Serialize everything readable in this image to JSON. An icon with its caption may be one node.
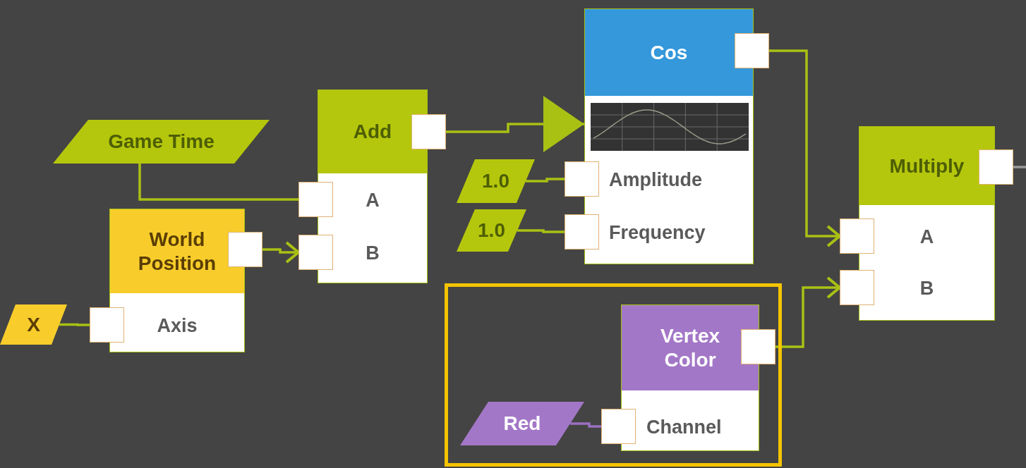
{
  "diagram": {
    "nodes": [
      {
        "text": [
          "Game Time"
        ]
      },
      {
        "text": [
          "Add",
          "A",
          "B"
        ]
      },
      {
        "text": [],
        "shape": "box"
      },
      {
        "text": [],
        "shape": "box"
      },
      {
        "text": [],
        "shape": "box"
      },
      {
        "text": [
          "World Position",
          "Axis"
        ]
      },
      {
        "text": [],
        "shape": "box"
      },
      {
        "text": [],
        "shape": "box"
      },
      {
        "text": [
          "X"
        ]
      },
      {
        "text": [
          "Cos",
          "Amplitude",
          "Frequency"
        ]
      },
      {
        "text": [],
        "shape": "box"
      },
      {
        "text": [],
        "shape": "box"
      },
      {
        "text": [],
        "shape": "box"
      },
      {
        "text": [
          "1.0"
        ]
      },
      {
        "text": [
          "1.0"
        ]
      },
      {
        "text": [
          "Multiply",
          "A",
          "B"
        ]
      },
      {
        "text": [],
        "shape": "box"
      },
      {
        "text": [],
        "shape": "box"
      },
      {
        "text": [],
        "shape": "box"
      },
      {
        "text": [],
        "shape": "box"
      },
      {
        "text": [
          "Vertex Color",
          "Channel"
        ],
        "in": 19
      },
      {
        "text": [],
        "shape": "box",
        "in": 19
      },
      {
        "text": [],
        "shape": "box",
        "in": 19
      },
      {
        "text": [
          "Red"
        ],
        "in": 19
      }
    ],
    "edges": [
      {
        "from": 0,
        "to": 3,
        "arrow": "none"
      },
      {
        "from": 6,
        "to": 4,
        "arrow": "to"
      },
      {
        "from": 8,
        "to": 7,
        "arrow": "none"
      },
      {
        "from": 2,
        "to": 9,
        "arrow": "to"
      },
      {
        "from": 13,
        "to": 11,
        "arrow": "none"
      },
      {
        "from": 14,
        "to": 12,
        "arrow": "none"
      },
      {
        "from": 10,
        "to": 17,
        "arrow": "to"
      },
      {
        "from": 21,
        "to": 18,
        "arrow": "to"
      },
      {
        "from": 23,
        "to": 22,
        "arrow": "none",
        "color": "#9b6fc0"
      },
      {
        "from": 16,
        "to": null,
        "arrow": "none",
        "color": "#9a9a9a"
      }
    ]
  }
}
